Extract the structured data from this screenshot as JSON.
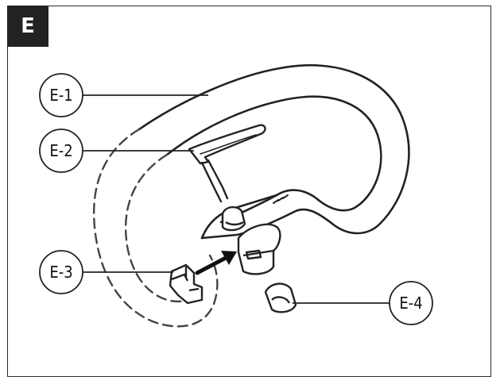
{
  "section_badge": "E",
  "callouts": [
    {
      "id": "e1",
      "label": "E-1"
    },
    {
      "id": "e2",
      "label": "E-2"
    },
    {
      "id": "e3",
      "label": "E-3"
    },
    {
      "id": "e4",
      "label": "E-4"
    }
  ],
  "colors": {
    "line": "#222222",
    "badge_bg": "#222222",
    "badge_fg": "#ffffff"
  }
}
